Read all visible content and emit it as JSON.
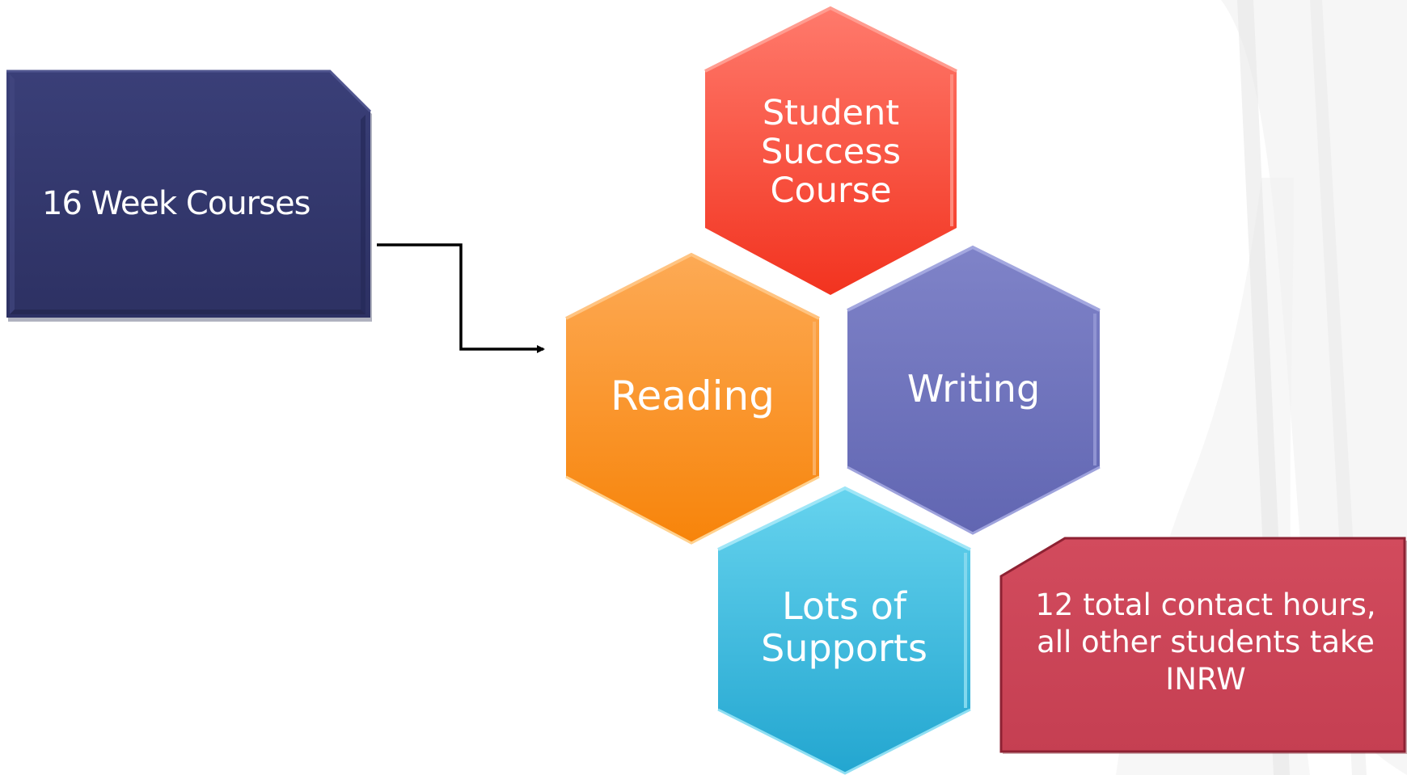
{
  "course_box": {
    "label": "16 Week Courses",
    "color": "#33386b"
  },
  "hexagons": [
    {
      "name": "hex-student-success",
      "label": "Student\nSuccess\nCourse",
      "color_top": "#ff6b5d",
      "color_bottom": "#f5372a"
    },
    {
      "name": "hex-reading",
      "label": "Reading",
      "color_top": "#fca14a",
      "color_bottom": "#f7860c"
    },
    {
      "name": "hex-writing",
      "label": "Writing",
      "color_top": "#7a7ec4",
      "color_bottom": "#6469b4"
    },
    {
      "name": "hex-supports",
      "label": "Lots of\nSupports",
      "color_top": "#5ccdea",
      "color_bottom": "#26a9d2"
    }
  ],
  "note_box": {
    "label": "12 total contact hours,\nall other students take\nINRW",
    "color": "#cc4658"
  }
}
